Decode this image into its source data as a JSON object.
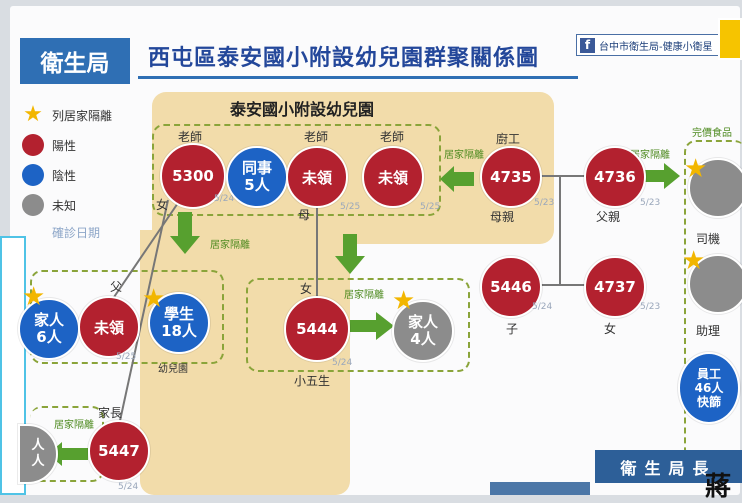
{
  "header": {
    "agency": "衛生局",
    "title": "西屯區泰安國小附設幼兒園群聚關係圖",
    "source": "台中市衛生局-健康小衛星",
    "source_icon": "facebook-icon"
  },
  "legend": {
    "home_isolation": "列居家隔離",
    "positive": "陽性",
    "negative": "陰性",
    "unknown": "未知",
    "confirm_date": "確診日期"
  },
  "colors": {
    "positive": "#b3212f",
    "negative": "#1d63c5",
    "unknown": "#8c8c8c",
    "isolation_arrow": "#57a02f",
    "star": "#f2b600"
  },
  "school_zone": {
    "label": "泰安國小附設幼兒園"
  },
  "nodes": {
    "n5300": {
      "value": "5300",
      "role": "老師",
      "sub": "女",
      "date": "5/24"
    },
    "colleagues": {
      "value": "同事\n5人"
    },
    "t2": {
      "value": "未領",
      "role": "老師",
      "sub": "母",
      "date": "5/25"
    },
    "t3": {
      "value": "未領",
      "role": "老師",
      "date": "5/25"
    },
    "n4735": {
      "value": "4735",
      "role": "廚工",
      "sub": "母親",
      "date": "5/23"
    },
    "n4736": {
      "value": "4736",
      "sub": "父親",
      "date": "5/23"
    },
    "n5446": {
      "value": "5446",
      "sub": "子",
      "date": "5/24"
    },
    "n4737": {
      "value": "4737",
      "sub": "女",
      "date": "5/23"
    },
    "n5444": {
      "value": "5444",
      "role": "女",
      "sub": "小五生",
      "date": "5/24"
    },
    "fam4": {
      "value": "家人\n4人"
    },
    "left_family6": {
      "value": "家人\n6人"
    },
    "left_unk": {
      "value": "未領",
      "role": "父",
      "date": "5/25"
    },
    "students": {
      "value": "學生\n18人",
      "sub": "幼兒園"
    },
    "n5447": {
      "value": "5447",
      "role": "家長",
      "date": "5/24"
    },
    "left_family_partial": {
      "value": "人\n人"
    },
    "snack_seller": {
      "value": "",
      "role": "司機"
    },
    "assistant": {
      "value": "",
      "role": "助理"
    },
    "staff": {
      "value": "員工\n46人\n快篩"
    }
  },
  "labels": {
    "home_isolation": "居家隔離",
    "snack_group": "完價食品"
  },
  "caption": "衛生局長",
  "stray_glyph": "蔣"
}
